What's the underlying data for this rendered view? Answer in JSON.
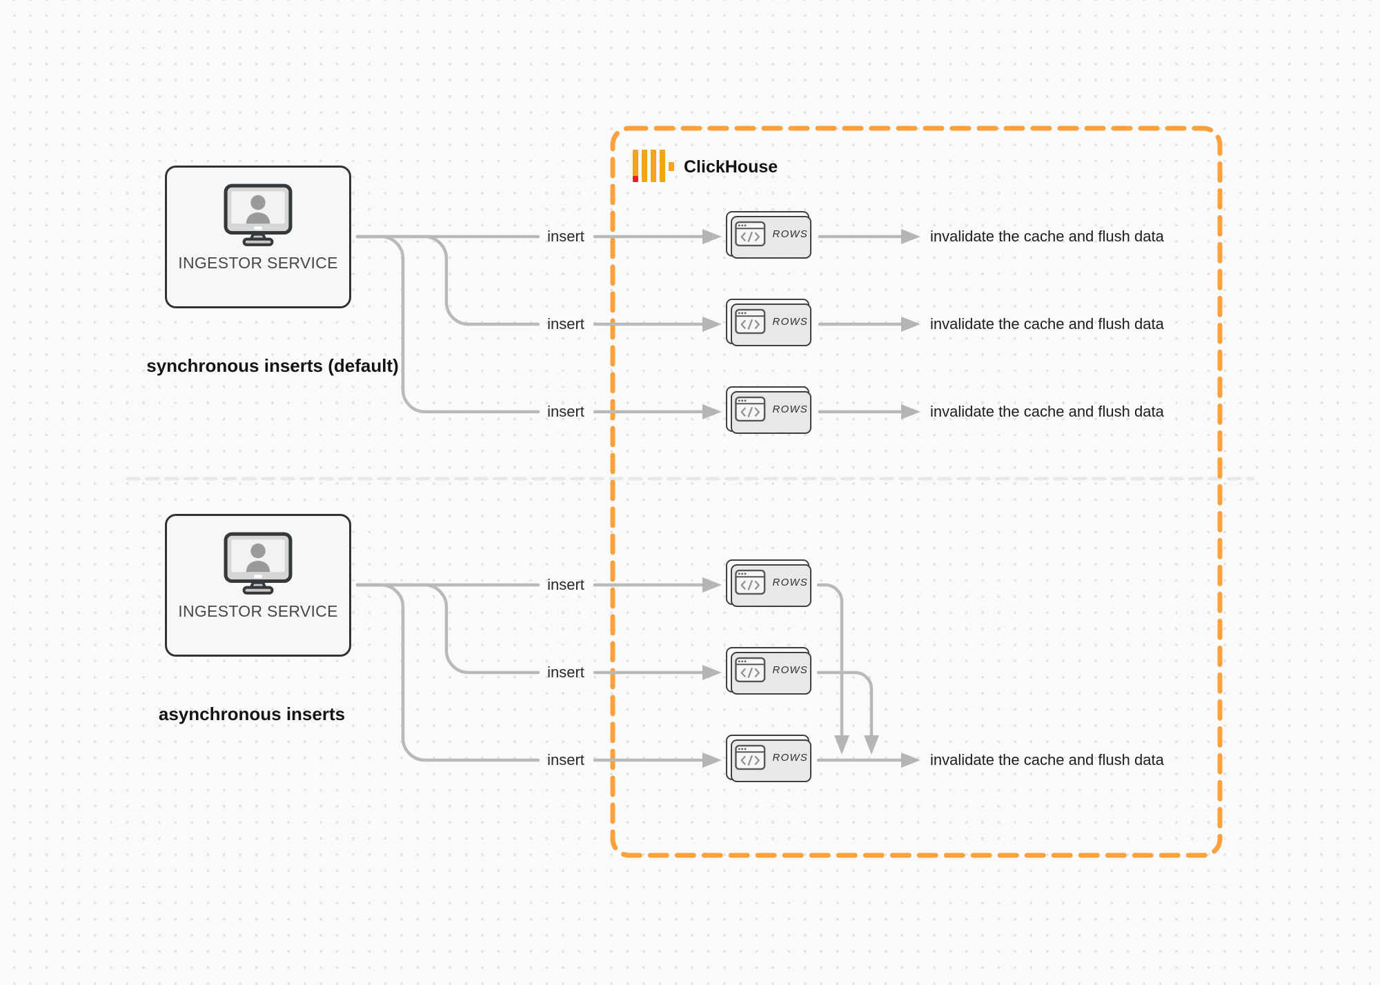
{
  "clickhouse_container": {
    "label": "ClickHouse",
    "border_color": "#f9a13c",
    "logo_yellow": "#f4a516",
    "logo_red": "#ec1d25"
  },
  "sync_section": {
    "title": "synchronous inserts (default)",
    "ingestor": {
      "label": "INGESTOR SERVICE"
    },
    "rows": [
      {
        "insert_label": "insert",
        "card_label": "ROWS",
        "result_label": "invalidate the cache and flush data"
      },
      {
        "insert_label": "insert",
        "card_label": "ROWS",
        "result_label": "invalidate the cache and flush data"
      },
      {
        "insert_label": "insert",
        "card_label": "ROWS",
        "result_label": "invalidate the cache and flush data"
      }
    ]
  },
  "async_section": {
    "title": "asynchronous inserts",
    "ingestor": {
      "label": "INGESTOR SERVICE"
    },
    "rows": [
      {
        "insert_label": "insert",
        "card_label": "ROWS"
      },
      {
        "insert_label": "insert",
        "card_label": "ROWS"
      },
      {
        "insert_label": "insert",
        "card_label": "ROWS"
      }
    ],
    "result_label": "invalidate the cache and flush data"
  },
  "colors": {
    "connector_gray": "#b9b9b9",
    "box_border": "#2e3338",
    "card_border": "#3c4043",
    "background": "#fafafa",
    "dot_grid": "#e2e2e2",
    "divider": "#e8e8e8"
  }
}
